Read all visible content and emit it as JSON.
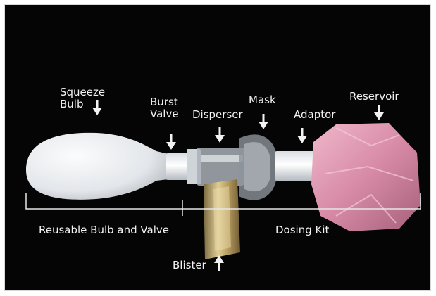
{
  "labels": {
    "squeeze_bulb_line1": "Squeeze",
    "squeeze_bulb_line2": "Bulb",
    "burst_valve_line1": "Burst",
    "burst_valve_line2": "Valve",
    "disperser": "Disperser",
    "mask": "Mask",
    "adaptor": "Adaptor",
    "reservoir": "Reservoir",
    "blister": "Blister",
    "reusable_group": "Reusable Bulb and Valve",
    "dosing_group": "Dosing Kit"
  },
  "colors": {
    "background": "#050505",
    "label_text": "#f2f2f2",
    "bulb": "#e9ecef",
    "reservoir": "#d98aa6",
    "blister": "#b39a5e"
  }
}
